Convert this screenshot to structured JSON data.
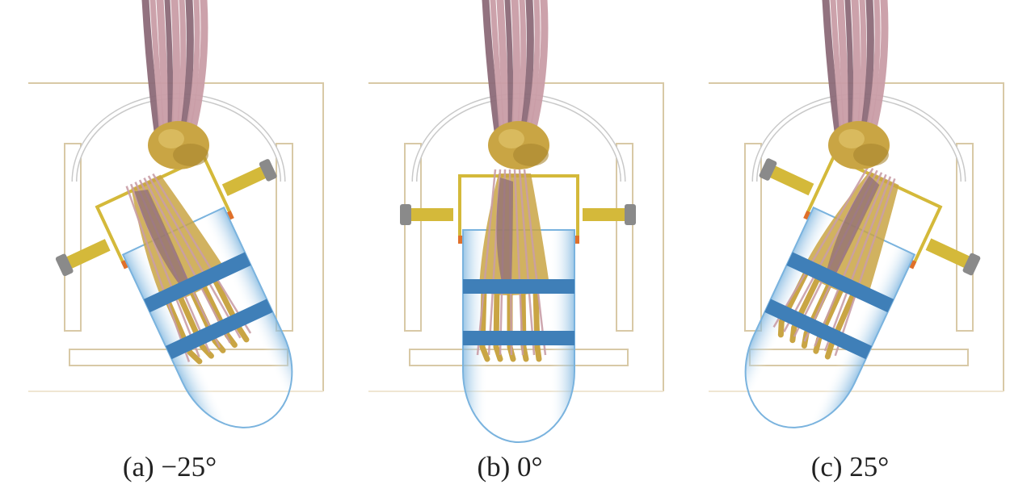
{
  "figure": {
    "panels": [
      {
        "label": "(a)",
        "angle": "−25°",
        "rotation": -25
      },
      {
        "label": "(b)",
        "angle": "0°",
        "rotation": 0
      },
      {
        "label": "(c)",
        "angle": "25°",
        "rotation": 25
      }
    ]
  },
  "colors": {
    "frame": "#d8c9a6",
    "strap": "#3f7fb8",
    "boot_edge": "#7ab3de",
    "bone": "#c9a544",
    "muscle": "#c99da6",
    "muscle_dark": "#8c6a78",
    "yellow_bar": "#d4b93a",
    "gray": "#8a8a8a",
    "orange": "#e0702a"
  }
}
